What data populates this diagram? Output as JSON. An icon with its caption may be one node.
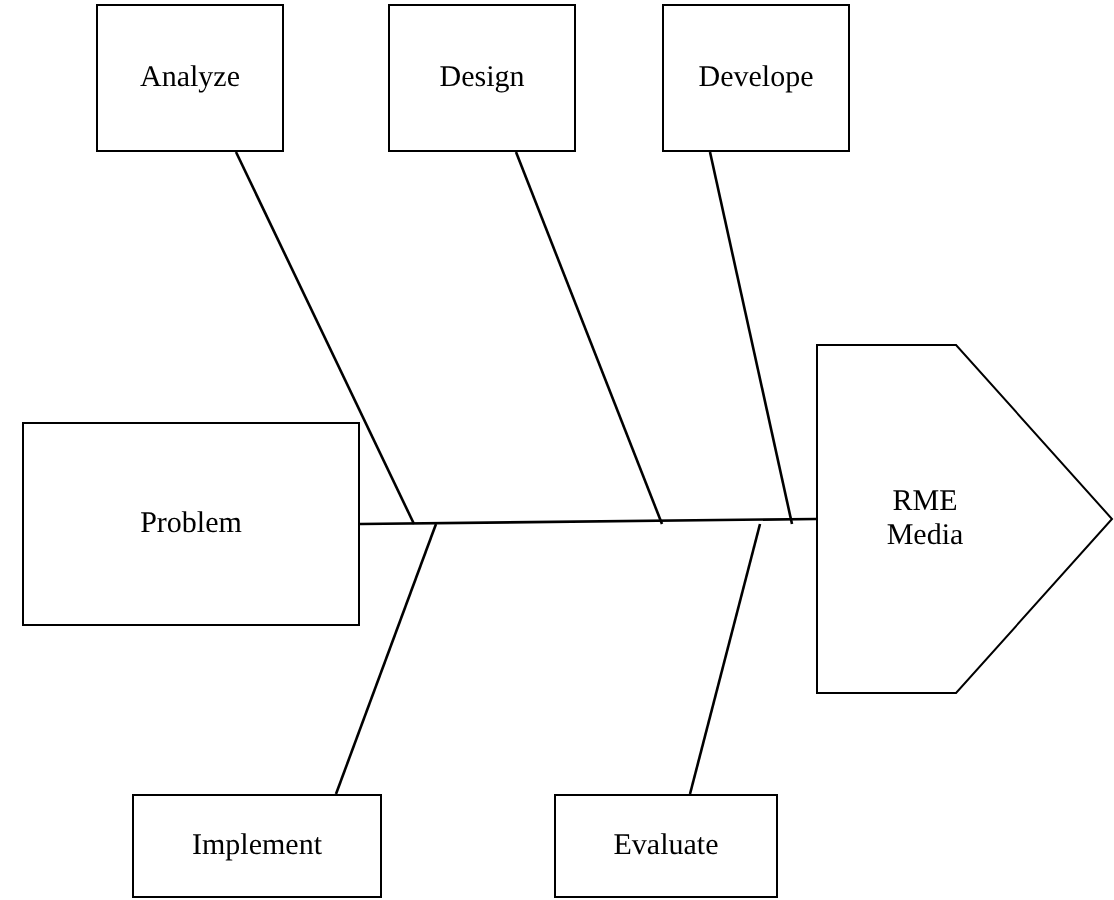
{
  "diagram": {
    "nodes": [
      {
        "text": [
          "Analyze"
        ]
      },
      {
        "text": [
          "Design"
        ]
      },
      {
        "text": [
          "Develope"
        ]
      },
      {
        "text": [
          "Problem"
        ]
      },
      {
        "text": [
          "RME Media"
        ]
      },
      {
        "text": [
          "Implement"
        ]
      },
      {
        "text": [
          "Evaluate"
        ]
      }
    ],
    "edges": [
      {
        "from": 3,
        "to": 4,
        "arrow": "none"
      },
      {
        "from": 0,
        "to": null,
        "arrow": "none"
      },
      {
        "from": 1,
        "to": null,
        "arrow": "none"
      },
      {
        "from": 2,
        "to": null,
        "arrow": "none"
      },
      {
        "from": 5,
        "to": null,
        "arrow": "none"
      },
      {
        "from": 6,
        "to": null,
        "arrow": "none"
      }
    ]
  }
}
